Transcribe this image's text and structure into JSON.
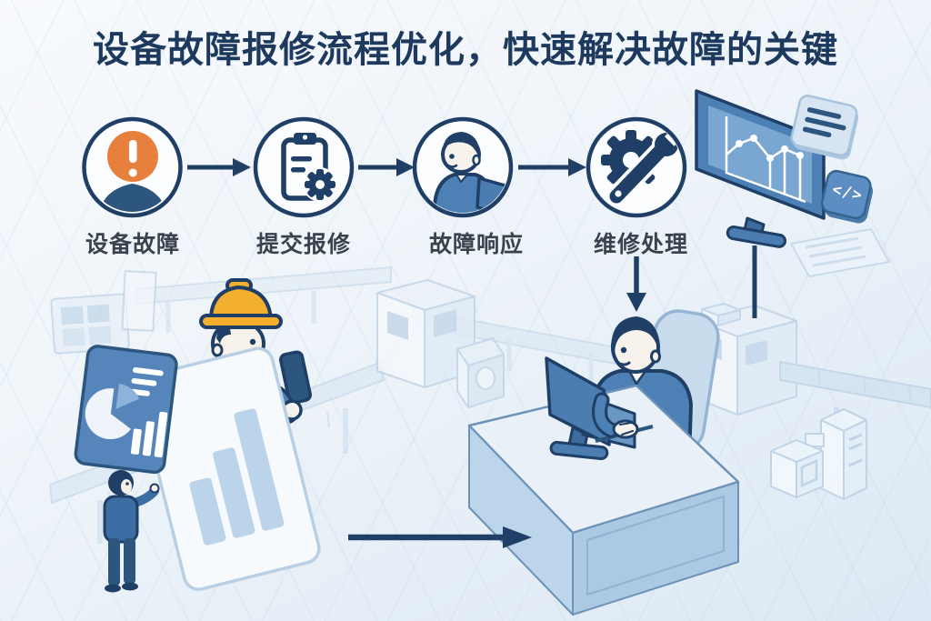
{
  "title": "设备故障报修流程优化，快速解决故障的关键",
  "flow_steps": [
    {
      "label": "设备故障",
      "icon": "alert-person-icon"
    },
    {
      "label": "提交报修",
      "icon": "clipboard-gear-icon"
    },
    {
      "label": "故障响应",
      "icon": "support-agent-icon"
    },
    {
      "label": "维修处理",
      "icon": "gear-wrench-icon"
    }
  ],
  "decor": {
    "code_badge_glyph": "</>"
  },
  "colors": {
    "title_navy": "#1d3a5e",
    "outline_navy": "#1f3f66",
    "label_gray": "#39424d",
    "alert_orange": "#e8803d",
    "helmet_yellow": "#f2b02e",
    "vest_orange": "#f3a93c",
    "figure_blue": "#4d80b4",
    "panel_blue": "#5585ba",
    "light_blue": "#c7dbee",
    "background_blue": "#edf3f9"
  }
}
